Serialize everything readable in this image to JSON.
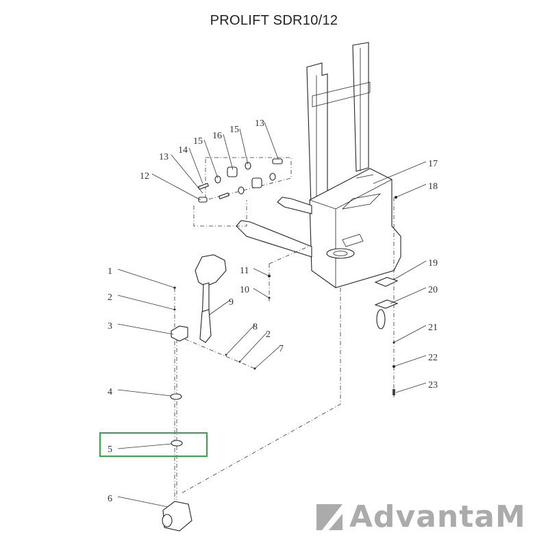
{
  "title": "PROLIFT SDR10/12",
  "brand": {
    "logo_text": "AdvantaM",
    "color": "#ababab"
  },
  "highlight": {
    "part": "5",
    "color": "#2ea84a"
  },
  "callouts": {
    "c1": "1",
    "c2a": "2",
    "c3": "3",
    "c4": "4",
    "c5": "5",
    "c6": "6",
    "c7": "7",
    "c8": "8",
    "c2b": "2",
    "c9": "9",
    "c10": "10",
    "c11": "11",
    "c12": "12",
    "c13a": "13",
    "c14": "14",
    "c15a": "15",
    "c16": "16",
    "c15b": "15",
    "c13b": "13",
    "c17": "17",
    "c18": "18",
    "c19": "19",
    "c20": "20",
    "c21": "21",
    "c22": "22",
    "c23": "23"
  }
}
